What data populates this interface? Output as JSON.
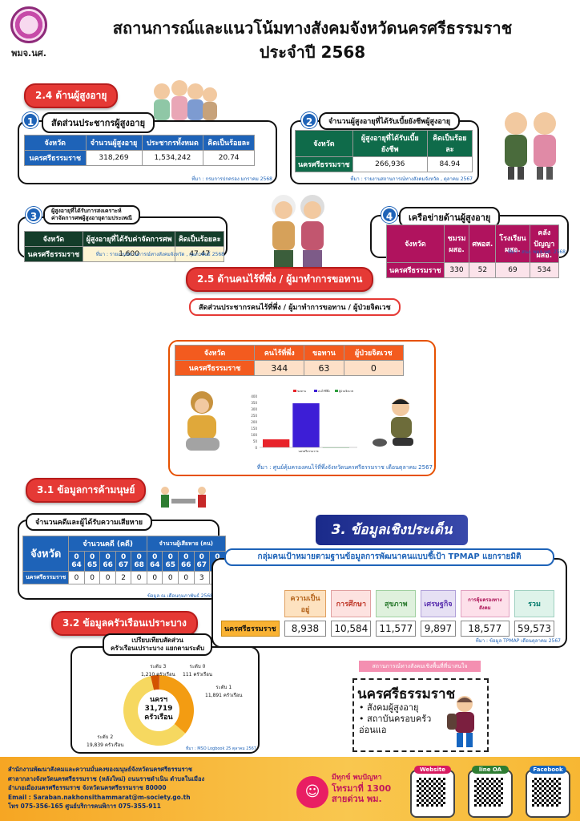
{
  "header": {
    "org_abbr": "พมจ.นศ.",
    "title_line1": "สถานการณ์และแนวโน้มทางสังคมจังหวัดนครศรีธรรมราช",
    "title_line2": "ประจำปี 2568"
  },
  "elderly": {
    "section_label": "2.4 ด้านผู้สูงอายุ",
    "box1": {
      "num": "1",
      "caption": "สัดส่วนประชากรผู้สูงอายุ",
      "headers": [
        "จังหวัด",
        "จำนวนผู้สูงอายุ",
        "ประชากรทั้งหมด",
        "คิดเป็นร้อยละ"
      ],
      "row": [
        "นครศรีธรรมราช",
        "318,269",
        "1,534,242",
        "20.74"
      ],
      "source": "ที่มา : กรมการปกครอง มกราคม 2568"
    },
    "box2": {
      "num": "2",
      "caption": "จำนวนผู้สูงอายุที่ได้รับเบี้ยยังชีพผู้สูงอายุ",
      "headers": [
        "จังหวัด",
        "ผู้สูงอายุที่ได้รับเบี้ยยังชีพ",
        "คิดเป็นร้อยละ"
      ],
      "row": [
        "นครศรีธรรมราช",
        "266,936",
        "84.94"
      ],
      "source": "ที่มา : รายงานสถานการณ์ทางสังคมจังหวัด , ตุลาคม 2567"
    },
    "box3": {
      "num": "3",
      "caption_line1": "ผู้สูงอายุที่ได้รับการสงเคราะห์",
      "caption_line2": "ค่าจัดการศพผู้สูงอายุตามประเพณี",
      "headers": [
        "จังหวัด",
        "ผู้สูงอายุที่ได้รับค่าจัดการศพ",
        "คิดเป็นร้อยละ"
      ],
      "row": [
        "นครศรีธรรมราช",
        "1,600",
        "47.47"
      ],
      "source": "ที่มา : รายงานสถานการณ์ทางสังคมจังหวัด , กุมภาพันธ์ 2568"
    },
    "box4": {
      "num": "4",
      "caption": "เครือข่ายด้านผู้สูงอายุ",
      "headers": [
        "จังหวัด",
        "ชมรม ผสอ.",
        "ศพอส.",
        "โรงเรียน ผสอ.",
        "คลังปัญญา ผสอ."
      ],
      "row": [
        "นครศรีธรรมราช",
        "330",
        "52",
        "69",
        "534"
      ],
      "source": "ที่มา : สนง. พมจ.นศ. 2568"
    }
  },
  "homeless": {
    "section_label": "2.5 ด้านคนไร้ที่พึ่ง / ผู้มาทำการขอทาน",
    "caption": "สัดส่วนประชากรคนไร้ที่พึ่ง / ผู้มาทำการขอทาน / ผู้ป่วยจิตเวช",
    "headers": [
      "จังหวัด",
      "คนไร้ที่พึ่ง",
      "ขอทาน",
      "ผู้ป่วยจิตเวช"
    ],
    "row": [
      "นครศรีธรรมราช",
      "344",
      "63",
      "0"
    ],
    "source": "ที่มา : ศูนย์คุ้มครองคนไร้ที่พึ่งจังหวัดนครศรีธรรมราช เดือนตุลาคม 2567",
    "chart_data": {
      "type": "bar",
      "categories": [
        "นครศรีธรรมราช"
      ],
      "series": [
        {
          "name": "ขอทาน",
          "values": [
            63
          ],
          "color": "#e8232a"
        },
        {
          "name": "คนไร้ที่พึ่ง",
          "values": [
            344
          ],
          "color": "#3d1ed6"
        },
        {
          "name": "ผู้ป่วยจิตเวช",
          "values": [
            0
          ],
          "color": "#2e9e3e"
        }
      ],
      "ylim": [
        0,
        400
      ],
      "yticks": [
        "0",
        "50",
        "100",
        "150",
        "200",
        "250",
        "300",
        "350",
        "400"
      ]
    }
  },
  "trafficking": {
    "section_label": "3.1 ข้อมูลการค้ามนุษย์",
    "caption": "จำนวนคดีและผู้ได้รับความเสียหาย",
    "col_province": "จังหวัด",
    "group1": "จำนวนคดี (คดี)",
    "group2": "จำนวนผู้เสียหาย (คน)",
    "years": [
      "0\n64",
      "0\n65",
      "0\n66",
      "0\n67",
      "0\n68",
      "0\n64",
      "0\n65",
      "0\n66",
      "0\n67",
      "0\n68"
    ],
    "row_label": "นครศรีธรรมราช",
    "row": [
      "0",
      "0",
      "0",
      "2",
      "0",
      "0",
      "0",
      "0",
      "3",
      "0"
    ],
    "source": "ข้อมูล ณ เดือนกุมภาพันธ์ 2568"
  },
  "issues": {
    "title": "3. ข้อมูลเชิงประเด็น",
    "caption": "กลุ่มคนเป้าหมายตามฐานข้อมูลการพัฒนาคนแบบชี้เป้า TPMAP แยกรายมิติ",
    "headers": [
      "ความเป็นอยู่",
      "การศึกษา",
      "สุขภาพ",
      "เศรษฐกิจ",
      "การคุ้มครองทางสังคม",
      "รวม"
    ],
    "row_label": "นครศรีธรรมราช",
    "row": [
      "8,938",
      "10,584",
      "11,577",
      "9,897",
      "18,577",
      "59,573"
    ],
    "source": "ที่มา : ข้อมูล TPMAP เดือนตุลาคม 2567"
  },
  "vulnerable": {
    "section_label": "3.2 ข้อมูลครัวเรือนเปราะบาง",
    "caption_line1": "เปรียบเทียบสัดส่วน",
    "caption_line2": "ครัวเรือนเปราะบาง แยกตามระดับ",
    "center_label": "นครฯ",
    "center_value": "31,719",
    "center_unit": "ครัวเรือน",
    "chart_data": {
      "type": "pie",
      "categories": [
        "ระดับ 0",
        "ระดับ 1",
        "ระดับ 2",
        "ระดับ 3"
      ],
      "values": [
        111,
        11891,
        19839,
        1210
      ],
      "colors": [
        "#c0392b",
        "#f39c12",
        "#f6d860",
        "#d35400"
      ]
    },
    "labels": [
      {
        "level": "ระดับ 3",
        "value": "1,210 ครัวเรือน"
      },
      {
        "level": "ระดับ 0",
        "value": "111 ครัวเรือน"
      },
      {
        "level": "ระดับ 1",
        "value": "11,891 ครัวเรือน"
      },
      {
        "level": "ระดับ 2",
        "value": "19,839 ครัวเรือน"
      }
    ],
    "source": "ที่มา : MSO Logbook 25 ตุลาคม 2567"
  },
  "focus": {
    "banner": "สถานการณ์ทางสังคมเชิงพื้นที่ที่น่าสนใจ",
    "title": "นครศรีธรรมราช",
    "items": [
      "สังคมผู้สูงอายุ",
      "สถาบันครอบครัวอ่อนแอ"
    ]
  },
  "footer": {
    "lines": [
      "สำนักงานพัฒนาสังคมและความมั่นคงของมนุษย์จังหวัดนครศรีธรรมราช",
      "ศาลากลางจังหวัดนครศรีธรรมราช (หลังใหม่) ถนนราชดำเนิน ตำบลในเมือง",
      "อำเภอเมืองนครศรีธรรมราช จังหวัดนครศรีธรรมราช 80000",
      "Email : Saraban.nakhonsithammarat@m-society.go.th",
      "โทร 075-356-165 ศูนย์บริการคนพิการ 075-355-911"
    ],
    "hotline_line1": "มีทุกข์ พบปัญหา",
    "hotline_line2": "โทรมาที่ 1300",
    "hotline_line3": "สายด่วน พม.",
    "qr_website": "Website",
    "qr_line": "line OA",
    "qr_facebook": "Facebook",
    "colors": {
      "footer": "#f6a623",
      "brand": "#1e63b8",
      "accent": "#e53935"
    }
  }
}
